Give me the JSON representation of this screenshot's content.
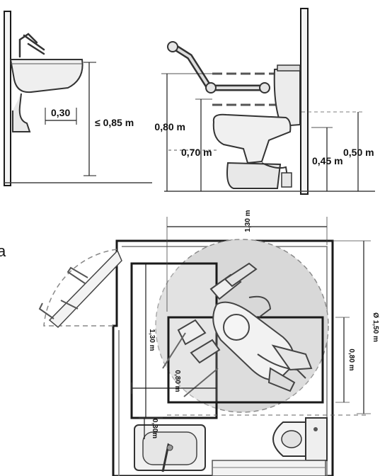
{
  "corner_letter": "a",
  "sink_elevation": {
    "depth_label": "0,30",
    "max_height_label": "≤ 0,85 m"
  },
  "toilet_elevation": {
    "grab_bar_height_label": "0,80 m",
    "seat_height_label": "0,70 m",
    "bowl_height_label": "0,45 m",
    "tank_height_label": "0,50 m"
  },
  "plan_view": {
    "room_width_label": "1,30 m",
    "turning_diameter_label": "Ø 1,50 m",
    "wheelchair_space_length_label": "1,30 m",
    "wheelchair_space_width_label": "0,80 m",
    "approach_space_width_label": "0,80 m",
    "sink_clearance_label": "0,30m"
  },
  "colors": {
    "line": "#1a1a1a",
    "sketch": "#6b6b6b",
    "wall_fill": "#f4f4f4",
    "turning_circle": "#c9c9c9",
    "shade": "#dcdcdc"
  }
}
